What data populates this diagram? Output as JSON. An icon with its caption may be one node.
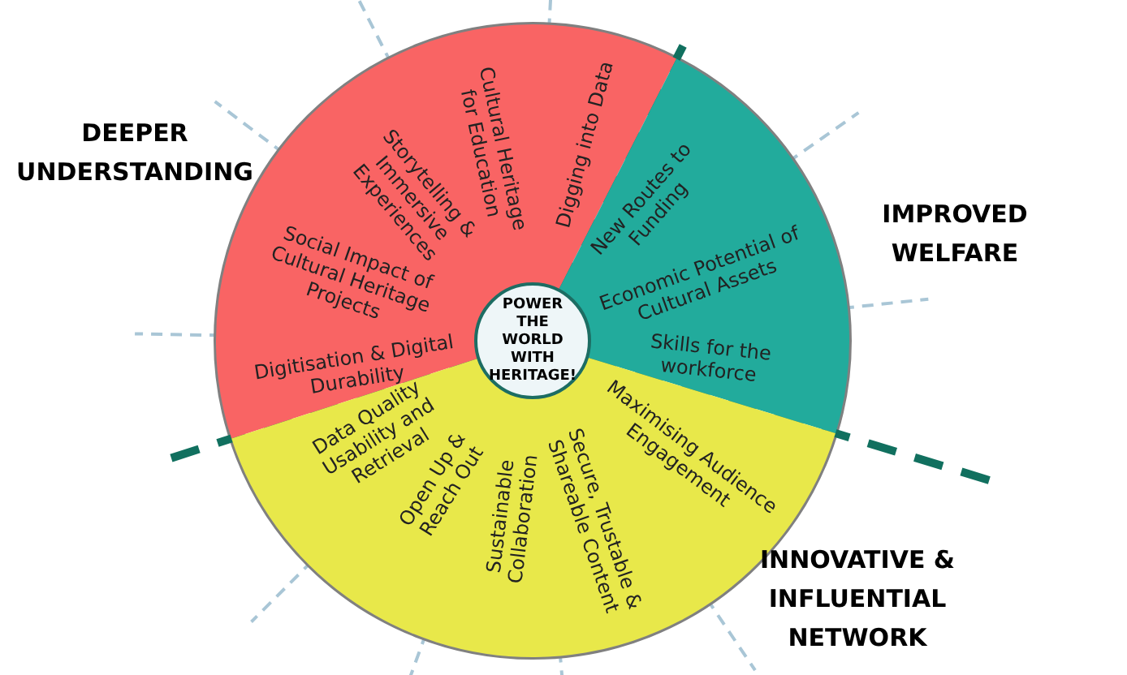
{
  "diagram": {
    "nodes": [
      {
        "text": [
          "POWER THE WORLD WITH HERITAGE!"
        ]
      },
      {
        "text": [
          "DEEPER UNDERSTANDING"
        ]
      },
      {
        "text": [
          "Digging into Data"
        ],
        "in": 1
      },
      {
        "text": [
          "Cultural Heritage for Education"
        ],
        "in": 1
      },
      {
        "text": [
          "Storytelling & Immersive Experiences"
        ],
        "in": 1
      },
      {
        "text": [
          "Social Impact of Cultural Heritage Projects"
        ],
        "in": 1
      },
      {
        "text": [
          "Digitisation & Digital Durability"
        ],
        "in": 1
      },
      {
        "text": [
          "IMPROVED WELFARE"
        ]
      },
      {
        "text": [
          "New Routes to Funding"
        ],
        "in": 7
      },
      {
        "text": [
          "Economic Potential of Cultural Assets"
        ],
        "in": 7
      },
      {
        "text": [
          "Skills for the workforce"
        ],
        "in": 7
      },
      {
        "text": [
          "INNOVATIVE & INFLUENTIAL NETWORK"
        ]
      },
      {
        "text": [
          "Maximising Audience Engagement"
        ],
        "in": 11
      },
      {
        "text": [
          "Secure, Trustable & Shareable Content"
        ],
        "in": 11
      },
      {
        "text": [
          "Sustainable Collaboration"
        ],
        "in": 11
      },
      {
        "text": [
          "Open Up & Reach Out"
        ],
        "in": 11
      },
      {
        "text": [
          "Data Quality Usability and Retrieval"
        ],
        "in": 11
      }
    ]
  }
}
